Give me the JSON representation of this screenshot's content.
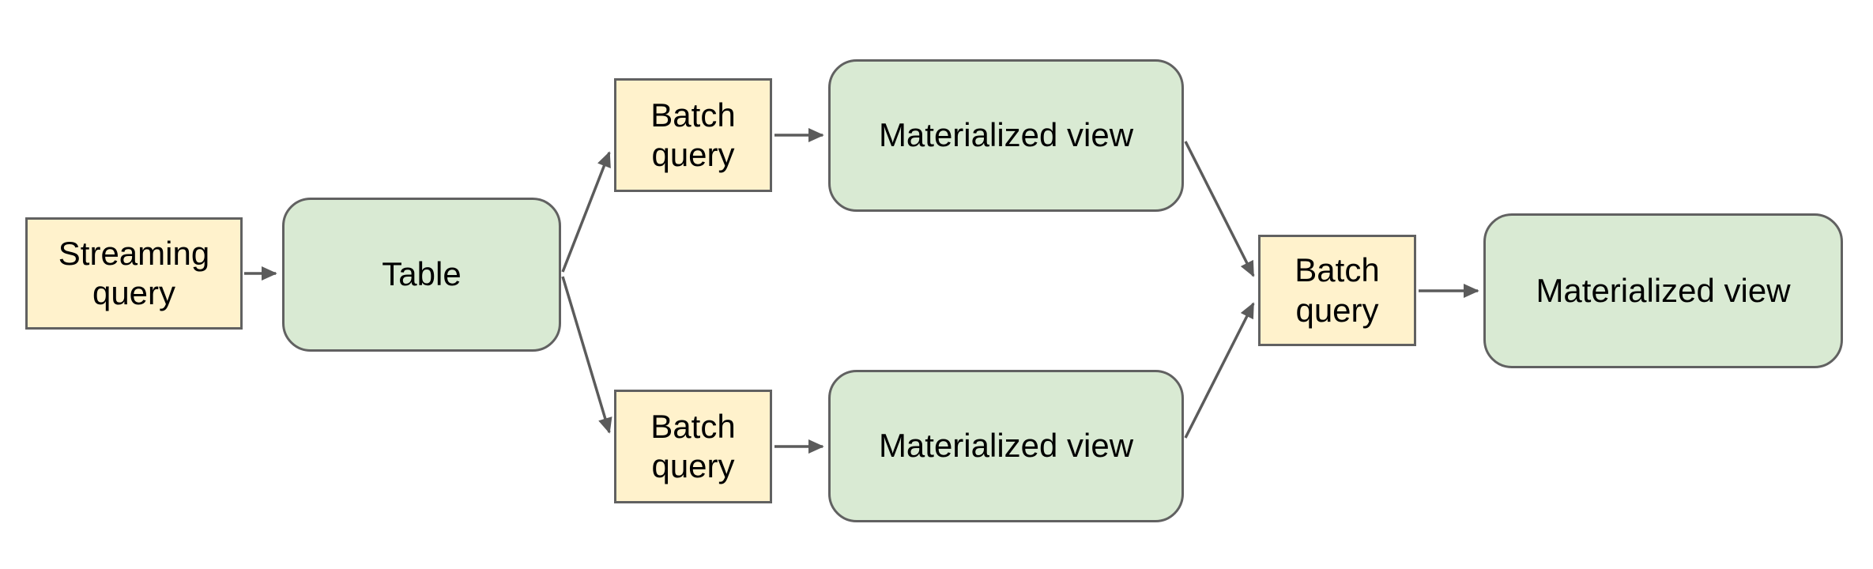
{
  "colors": {
    "query_fill": "#fff2cc",
    "view_fill": "#d9ead3",
    "shape_border": "#616161",
    "arrow": "#5b5b5b",
    "text": "#000000",
    "background": "#ffffff"
  },
  "diagram": {
    "type": "flowchart",
    "nodes": [
      {
        "id": "streaming-query",
        "label": "Streaming query",
        "shape": "rectangle",
        "role": "query"
      },
      {
        "id": "table",
        "label": "Table",
        "shape": "rounded-rectangle",
        "role": "table"
      },
      {
        "id": "batch-query-top",
        "label": "Batch query",
        "shape": "rectangle",
        "role": "query"
      },
      {
        "id": "materialized-view-top",
        "label": "Materialized view",
        "shape": "rounded-rectangle",
        "role": "view"
      },
      {
        "id": "batch-query-bottom",
        "label": "Batch query",
        "shape": "rectangle",
        "role": "query"
      },
      {
        "id": "materialized-view-bottom",
        "label": "Materialized view",
        "shape": "rounded-rectangle",
        "role": "view"
      },
      {
        "id": "batch-query-final",
        "label": "Batch query",
        "shape": "rectangle",
        "role": "query"
      },
      {
        "id": "materialized-view-final",
        "label": "Materialized view",
        "shape": "rounded-rectangle",
        "role": "view"
      }
    ],
    "edges": [
      {
        "from": "streaming-query",
        "to": "table"
      },
      {
        "from": "table",
        "to": "batch-query-top"
      },
      {
        "from": "table",
        "to": "batch-query-bottom"
      },
      {
        "from": "batch-query-top",
        "to": "materialized-view-top"
      },
      {
        "from": "batch-query-bottom",
        "to": "materialized-view-bottom"
      },
      {
        "from": "materialized-view-top",
        "to": "batch-query-final"
      },
      {
        "from": "materialized-view-bottom",
        "to": "batch-query-final"
      },
      {
        "from": "batch-query-final",
        "to": "materialized-view-final"
      }
    ]
  }
}
